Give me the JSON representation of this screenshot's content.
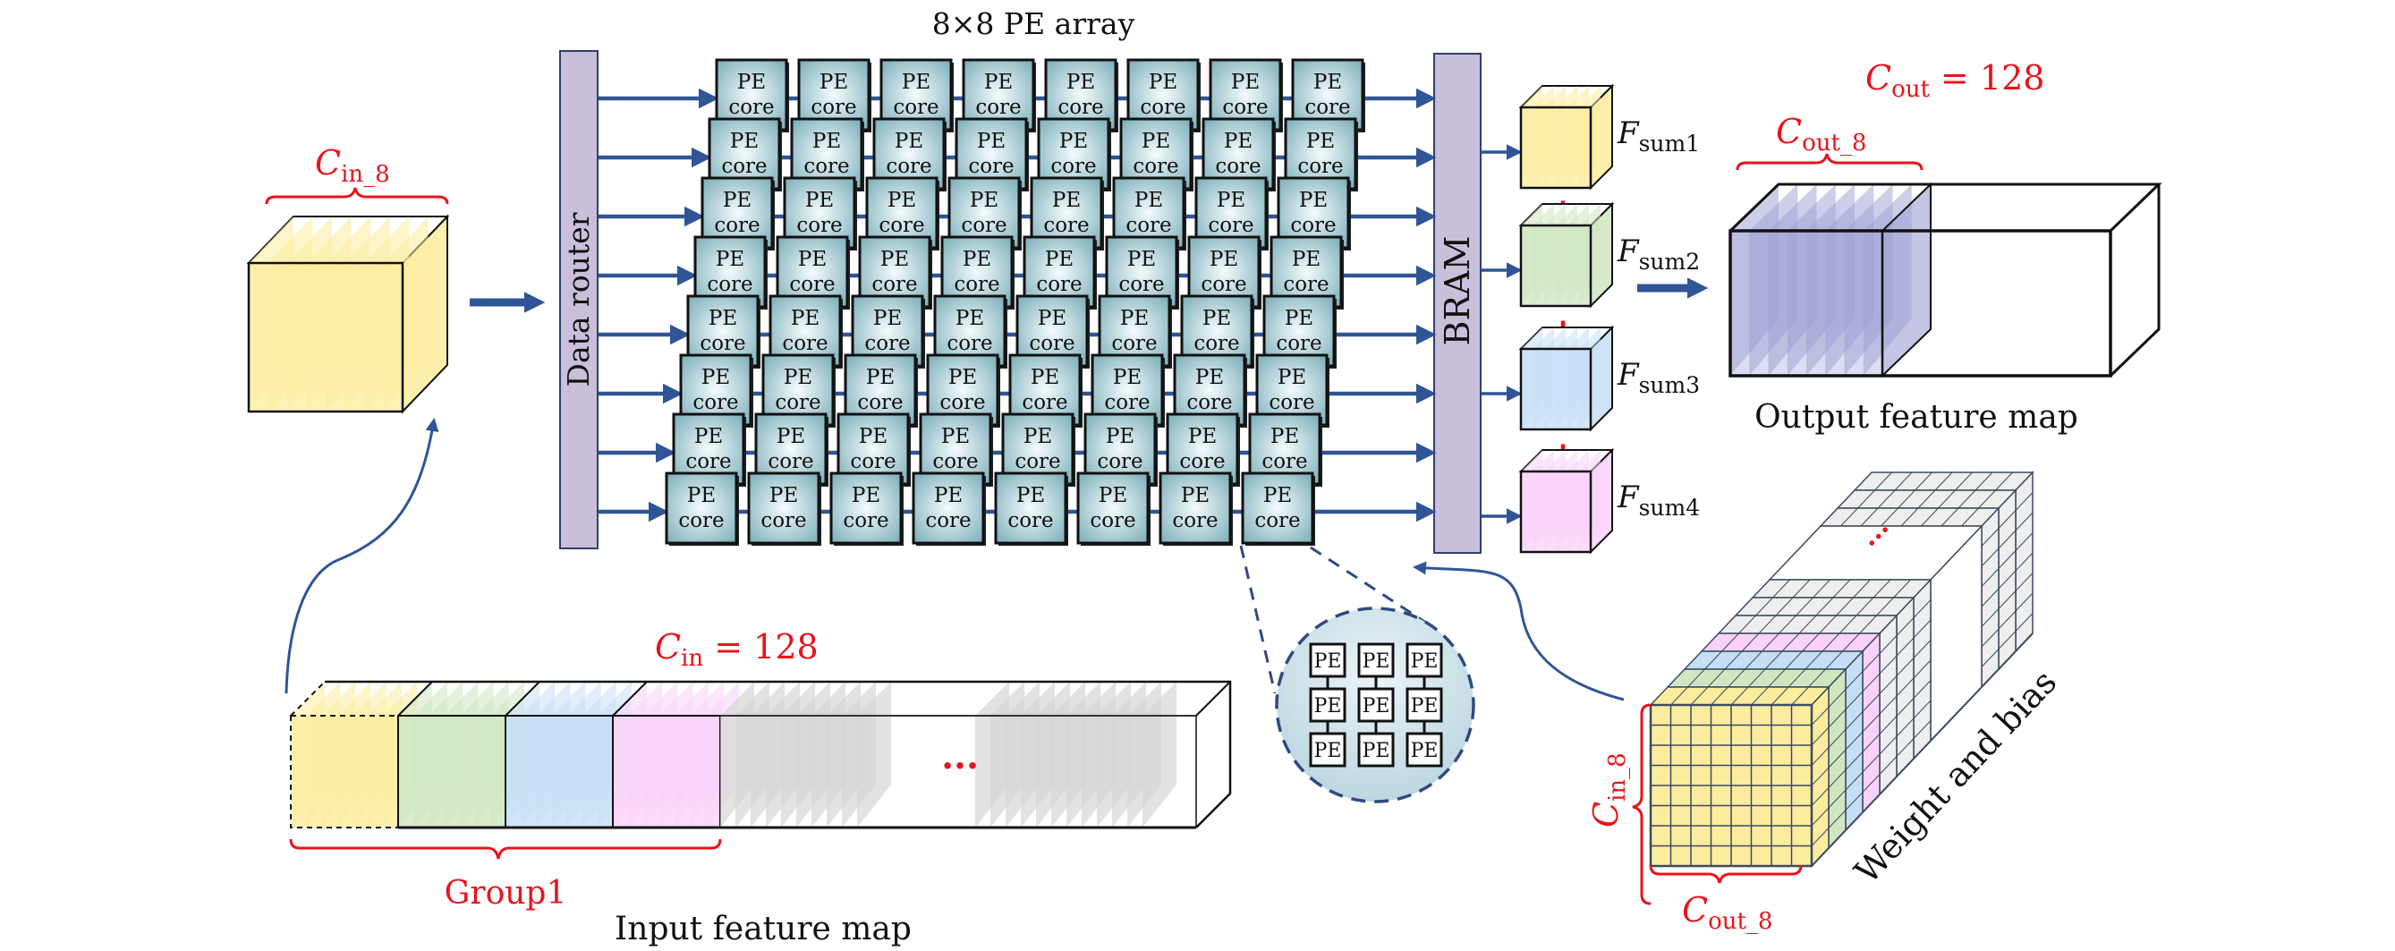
{
  "title": "8×8 PE array",
  "pe_array": {
    "rows": 8,
    "cols": 8,
    "cell_line1": "PE",
    "cell_line2": "core"
  },
  "data_router": {
    "label": "Data router"
  },
  "bram": {
    "label": "BRAM"
  },
  "input_block": {
    "label_main": "C",
    "label_sub": "in_8"
  },
  "partial_sums": [
    {
      "main": "F",
      "sub": "sum1",
      "color": "#fcec9e"
    },
    {
      "main": "F",
      "sub": "sum2",
      "color": "#cfe6c1"
    },
    {
      "main": "F",
      "sub": "sum3",
      "color": "#c6def5"
    },
    {
      "main": "F",
      "sub": "sum4",
      "color": "#f9d2fa"
    }
  ],
  "plus_sign": "+",
  "output_map": {
    "total_main": "C",
    "total_sub": "out",
    "total_value": " = 128",
    "group_main": "C",
    "group_sub": "out_8",
    "caption": "Output feature map",
    "color": "#9c9fd4"
  },
  "input_map": {
    "total_main": "C",
    "total_sub": "in",
    "total_value": " = 128",
    "group_label": "Group1",
    "caption": "Input feature map",
    "ellipsis": "···",
    "group_colors": [
      "#fcec9e",
      "#cfe6c1",
      "#c6def5",
      "#f9d2fa"
    ],
    "rest_color": "#d6d6d6"
  },
  "zoom_circle": {
    "cell_label": "PE",
    "grid_rows": 3,
    "grid_cols": 3
  },
  "weights": {
    "caption": "Weight and bias",
    "height_main": "C",
    "height_sub": "in_8",
    "width_main": "C",
    "width_sub": "out_8",
    "ellipsis": "···",
    "layer_colors": [
      "#fcec9e",
      "#cfe6c1",
      "#c6def5",
      "#f9d2fa"
    ],
    "rest_color": "#eeeeee",
    "grid": 8
  },
  "colors": {
    "arrow": "#2f5597",
    "router_fill": "#c9bfdb",
    "pe_fill_center": "#f2fafb",
    "pe_fill_edge": "#86b6c0",
    "annotation_red": "#e8141b"
  }
}
